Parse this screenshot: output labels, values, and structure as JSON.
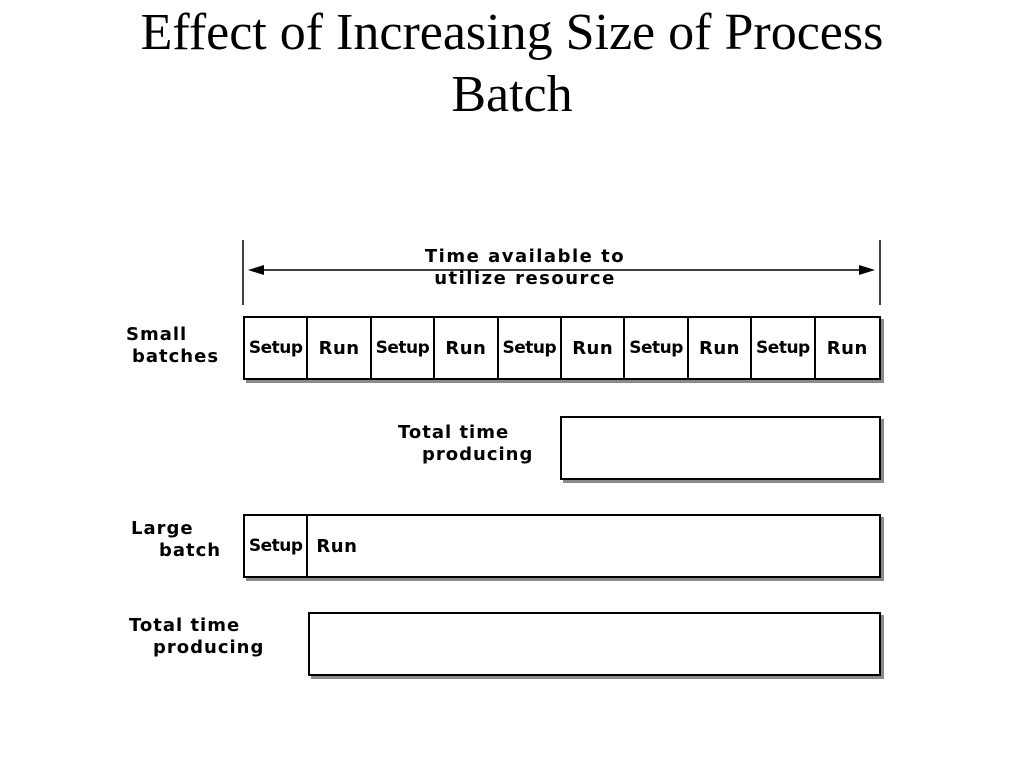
{
  "title": {
    "line1": "Effect of Increasing Size of Process",
    "line2": "Batch"
  },
  "time_available": {
    "line1": "Time available to",
    "line2": "utilize resource"
  },
  "small_batches": {
    "label_line1": "Small",
    "label_line2": "batches",
    "segments": [
      "Setup",
      "Run",
      "Setup",
      "Run",
      "Setup",
      "Run",
      "Setup",
      "Run",
      "Setup",
      "Run"
    ]
  },
  "small_total": {
    "label_line1": "Total time",
    "label_line2": "producing"
  },
  "large_batch": {
    "label_line1": "Large",
    "label_line2": "batch",
    "segments": [
      "Setup",
      "Run"
    ]
  },
  "large_total": {
    "label_line1": "Total time",
    "label_line2": "producing"
  }
}
